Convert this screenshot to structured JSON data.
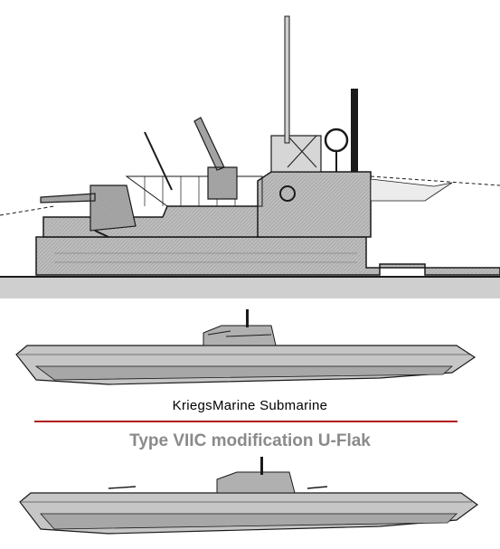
{
  "caption": {
    "line1": "KriegsMarine  Submarine",
    "line2": "Type VIIC modification U-Flak"
  },
  "colors": {
    "divider": "#b01818",
    "line2": "#8a8a8a",
    "hull_fill": "#b8b8b8",
    "hull_dark": "#8c8c8c",
    "water": "#cfcfcf",
    "outline": "#1a1a1a"
  },
  "drawings": {
    "closeup": {
      "label": "conning-tower-closeup"
    },
    "profile_1": {
      "label": "u-flak-profile"
    },
    "profile_2": {
      "label": "type-viic-profile"
    }
  }
}
